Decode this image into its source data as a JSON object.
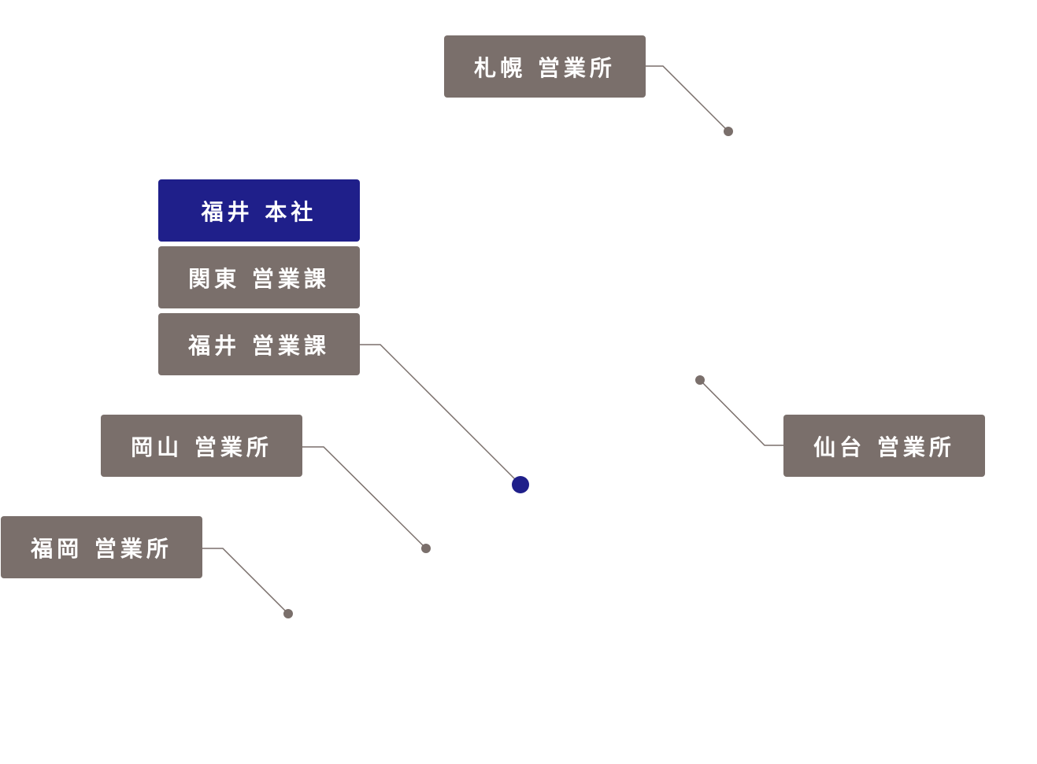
{
  "offices": {
    "hq": {
      "name": "福井 本社",
      "color": "#1f1f8a"
    },
    "kanto": {
      "name": "関東 営業課"
    },
    "fukui": {
      "name": "福井 営業課"
    },
    "sapporo": {
      "name": "札幌 営業所"
    },
    "sendai": {
      "name": "仙台 営業所"
    },
    "okayama": {
      "name": "岡山 営業所"
    },
    "fukuoka": {
      "name": "福岡 営業所"
    }
  },
  "colors": {
    "label_default": "#7a6f6b",
    "label_hq": "#1f1f8a",
    "connector": "#7a6f6b",
    "hq_marker": "#1f1f8a"
  }
}
